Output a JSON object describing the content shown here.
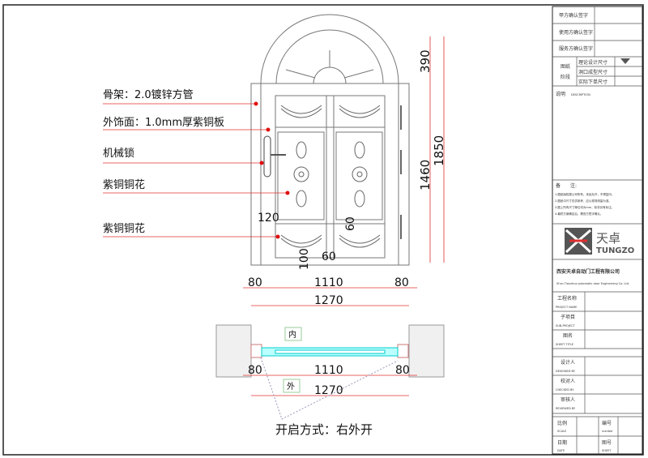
{
  "callouts": [
    "骨架：2.0镀锌方管",
    "外饰面：1.0mm厚紫铜板",
    "机械锁",
    "紫铜铜花",
    "紫铜铜花"
  ],
  "elevation_dims": {
    "arch": "390",
    "total": "1850",
    "door": "1460",
    "stile": "120",
    "rail": "60",
    "bottom": "100",
    "mid": "60",
    "left": "80",
    "center": "1110",
    "right": "80",
    "overall": "1270"
  },
  "plan": {
    "inside": "内",
    "outside": "外",
    "left": "80",
    "center": "1110",
    "right": "80",
    "overall": "1270",
    "opening": "开启方式：右外开"
  },
  "title_block": {
    "confirm_a": "甲方确认签字",
    "confirm_user": "使用方确认签字",
    "confirm_service": "服务方确认签字",
    "stage_label_1": "图纸",
    "stage_label_2": "阶段",
    "stages": [
      "理论设计尺寸",
      "洞口成型尺寸",
      "实际下单尺寸"
    ],
    "description": "说明",
    "description_en": "DESCRIPTION",
    "notes_title": "备　　注:",
    "notes": [
      "1.图纸版权属公司所有，未经允许，不得复印。",
      "2.图纸中尺寸仅供参考，应以现场测量为准。",
      "3.图上所有尺寸单位均为mm，除非另有标注。",
      "4.最终方案确定后，需双方签字确认。"
    ],
    "brand_cn": "天卓",
    "brand_en": "TUNGZO",
    "company_cn": "西安天卓自动门工程有限公司",
    "company_en": "Xi'an Tianzhuo automatic door Engineering Co. Ltd.",
    "fields": [
      [
        "工程名称",
        "PROJECT NAME"
      ],
      [
        "子项目",
        "SUB-PROJECT"
      ],
      [
        "图名",
        "SHEET TITLE"
      ],
      [
        "设计人",
        "DESIGNED BY"
      ],
      [
        "校对人",
        "CHECKED BY"
      ],
      [
        "审核人",
        "REVIEWED BY"
      ]
    ],
    "scale": "比例",
    "scale_en": "SCALE",
    "number": "编号",
    "number_en": "number",
    "date": "日期",
    "date_en": "DATE",
    "sheet": "图号",
    "sheet_en": "SHEET"
  }
}
